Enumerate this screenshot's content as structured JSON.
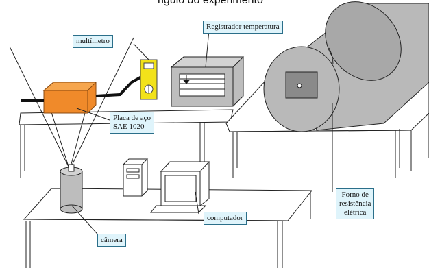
{
  "header": {
    "partial_title": "ngulo do experimento"
  },
  "labels": {
    "multimeter": "multímetro",
    "temp_recorder": "Registrador temperatura",
    "steel_plate_line1": "Placa de aço",
    "steel_plate_line2": "SAE 1020",
    "furnace_line1": "Forno de",
    "furnace_line2": "resistência",
    "furnace_line3": "elétrica",
    "computer": "computador",
    "camera": "câmera"
  },
  "colors": {
    "label_bg": "#dff4fb",
    "label_border": "#2b6f8a",
    "plate": "#f08a2a",
    "multimeter": "#f2e21a",
    "device_gray": "#bdbdbd",
    "furnace": "#b9b9b9"
  }
}
